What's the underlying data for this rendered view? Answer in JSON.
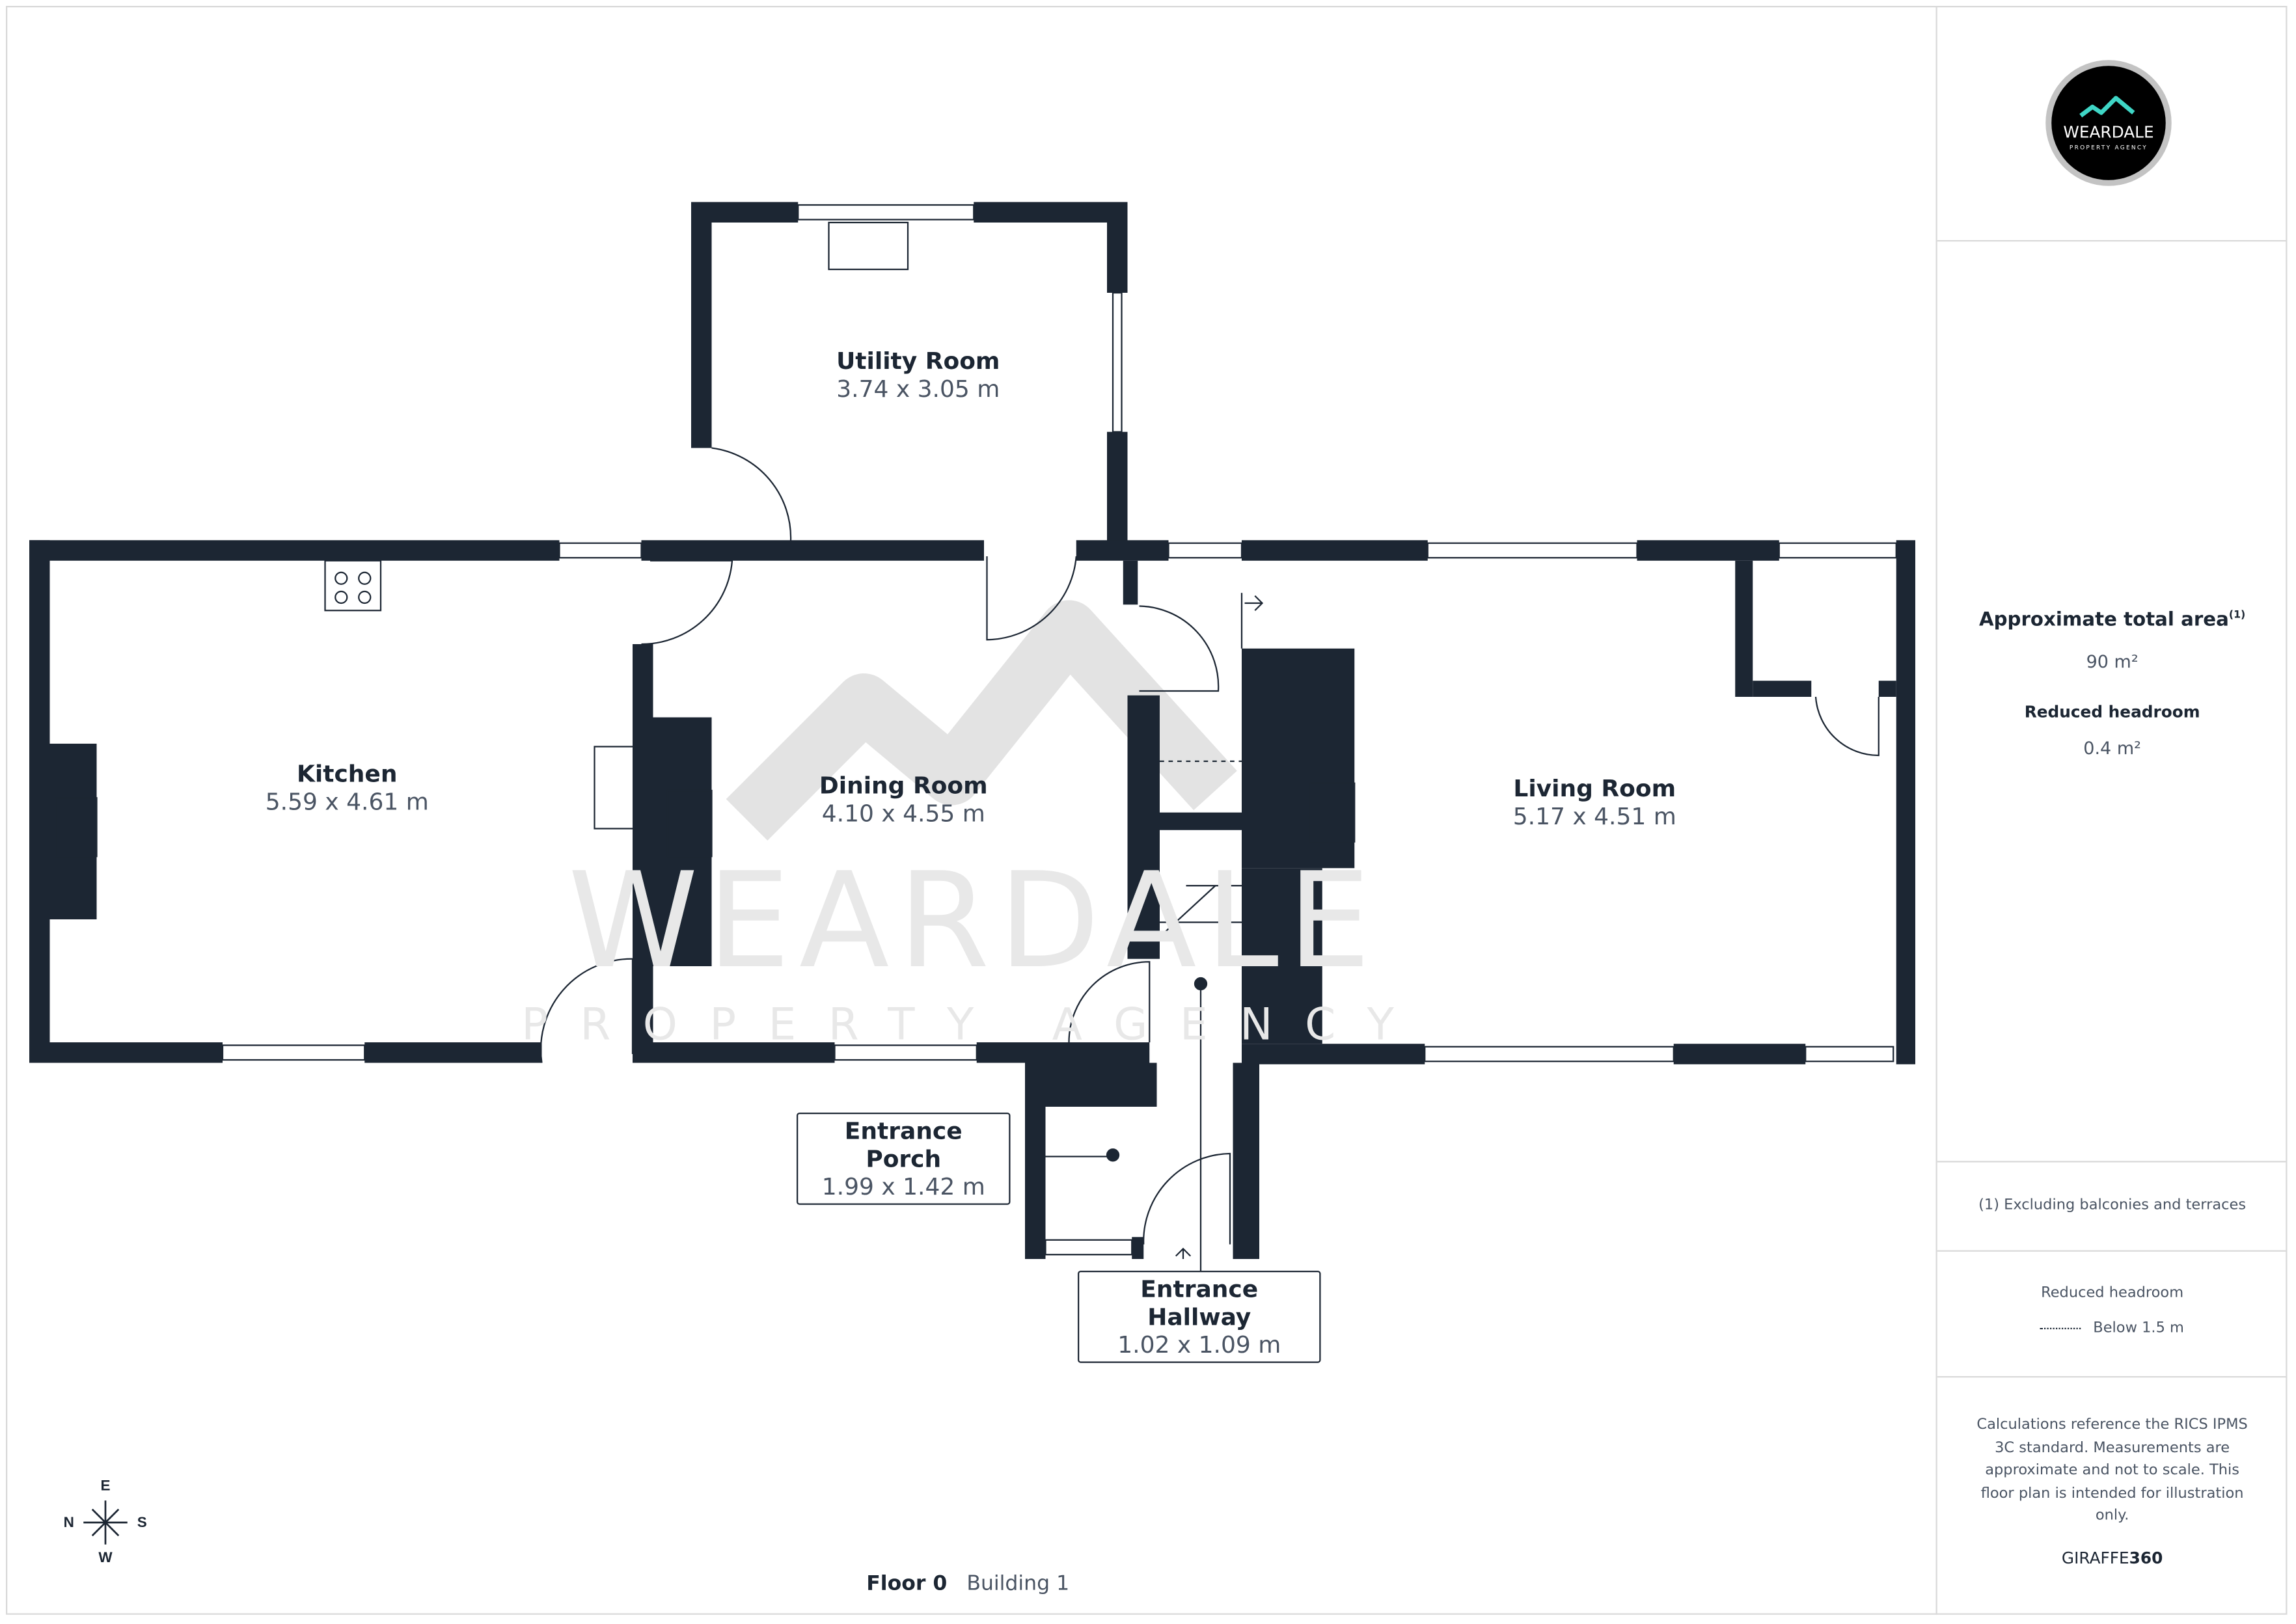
{
  "brand": {
    "name": "WEARDALE",
    "tagline": "PROPERTY AGENCY",
    "accent": "#3fd6c6"
  },
  "rooms": [
    {
      "name": "Utility Room",
      "dims": "3.74 x 3.05 m"
    },
    {
      "name": "Kitchen",
      "dims": "5.59 x 4.61 m"
    },
    {
      "name": "Dining Room",
      "dims": "4.10 x 4.55 m"
    },
    {
      "name": "Living Room",
      "dims": "5.17 x 4.51 m"
    },
    {
      "name": "Entrance Porch",
      "dims": "1.99 x 1.42 m"
    },
    {
      "name": "Entrance Hallway",
      "dims": "1.02 x 1.09 m"
    }
  ],
  "summary": {
    "area_label": "Approximate total area",
    "area_sup": "(1)",
    "area_value": "90 m²",
    "reduced_label": "Reduced headroom",
    "reduced_value": "0.4 m²"
  },
  "footnote": "(1) Excluding balconies and terraces",
  "legend": {
    "title": "Reduced headroom",
    "item": "Below 1.5 m"
  },
  "disclaimer": "Calculations reference the RICS IPMS 3C standard. Measurements are approximate and not to scale. This floor plan is intended for illustration only.",
  "credit": {
    "a": "GIRAFFE",
    "b": "360"
  },
  "compass": {
    "n": "N",
    "e": "E",
    "s": "S",
    "w": "W"
  },
  "footer": {
    "floor": "Floor 0",
    "building": "Building 1"
  },
  "colors": {
    "wall": "#1c2633",
    "watermark": "#e3e3e3"
  }
}
